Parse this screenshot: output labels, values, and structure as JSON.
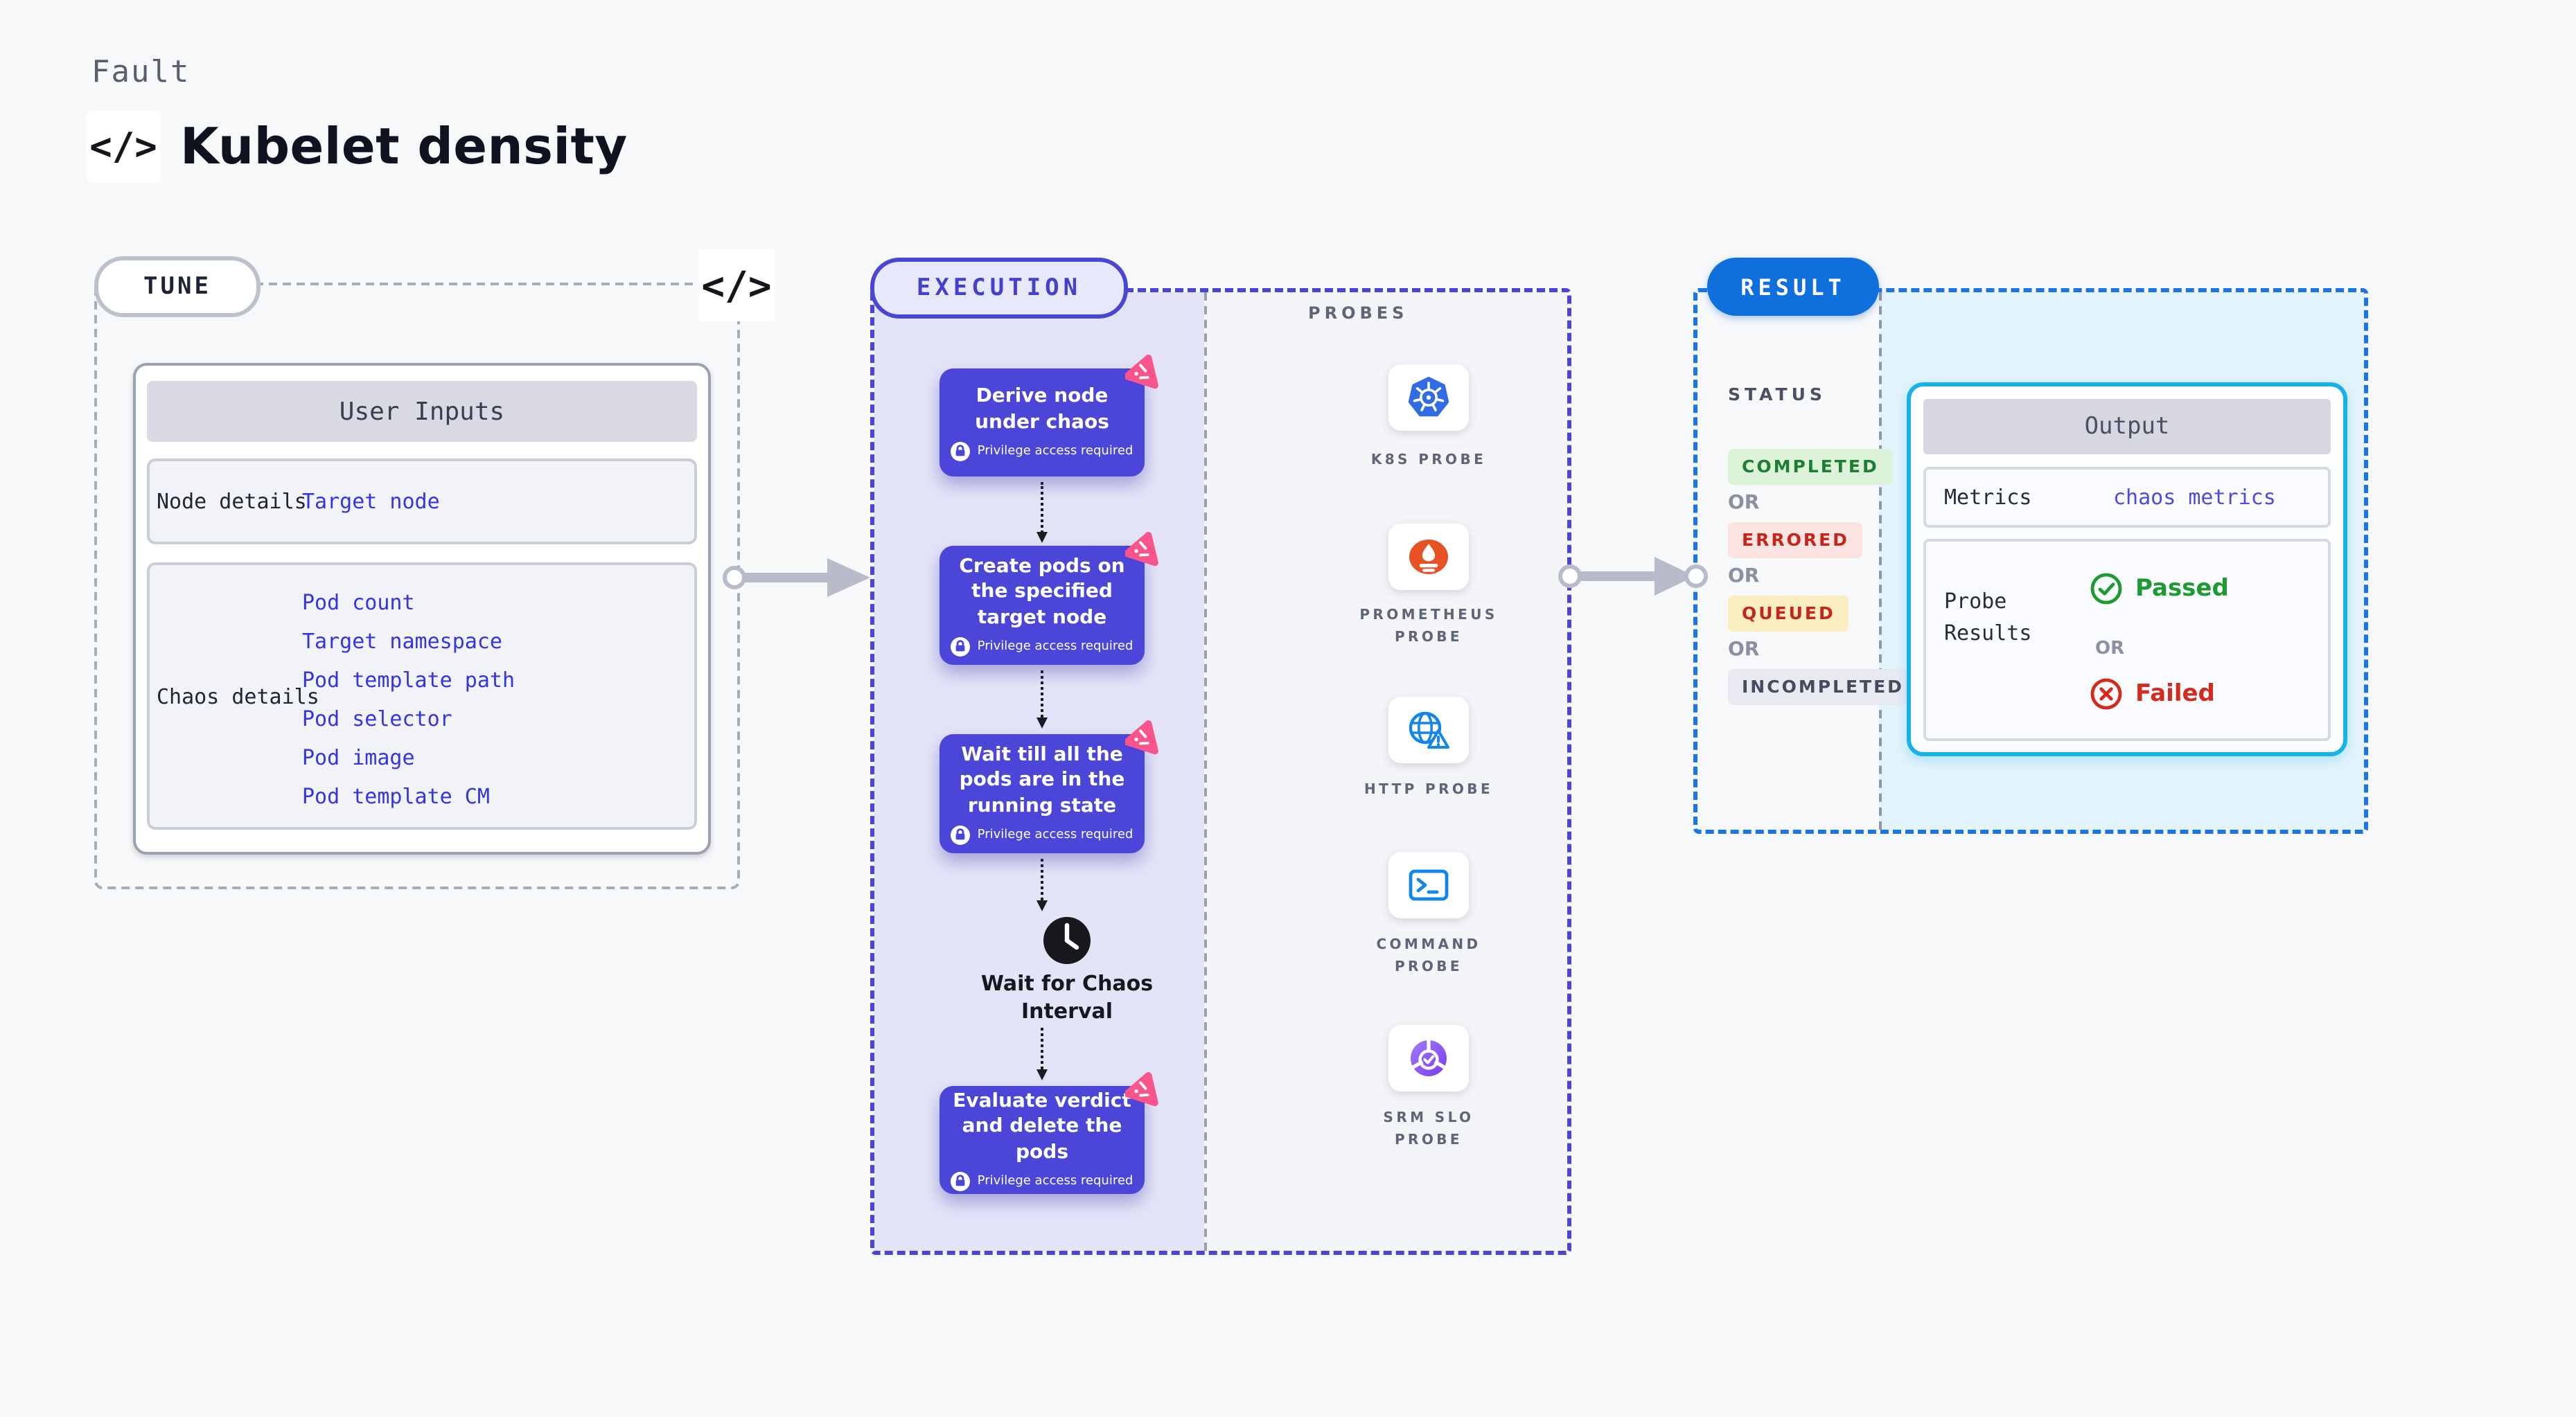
{
  "header": {
    "kicker": "Fault",
    "title": "Kubelet density",
    "code_glyph": "</>"
  },
  "tune": {
    "pill": "TUNE",
    "code_glyph": "</>",
    "user_inputs": {
      "header": "User Inputs",
      "node_row": {
        "label": "Node details",
        "value": "Target node"
      },
      "chaos_row": {
        "label": "Chaos details",
        "values": [
          "Pod count",
          "Target namespace",
          "Pod template path",
          "Pod selector",
          "Pod image",
          "Pod template CM"
        ]
      }
    }
  },
  "execution": {
    "pill": "EXECUTION",
    "privilege_badge": "Privilege access required",
    "steps": [
      "Derive node under chaos",
      "Create pods on the specified target node",
      "Wait till all the pods are in the running state",
      "Evaluate verdict and delete the pods"
    ],
    "wait_label": "Wait for Chaos Interval"
  },
  "probes": {
    "heading": "PROBES",
    "items": [
      "K8S PROBE",
      "PROMETHEUS PROBE",
      "HTTP PROBE",
      "COMMAND PROBE",
      "SRM SLO PROBE"
    ]
  },
  "result": {
    "pill": "RESULT",
    "status_heading": "STATUS",
    "or_label": "OR",
    "statuses": [
      "COMPLETED",
      "ERRORED",
      "QUEUED",
      "INCOMPLETED"
    ],
    "output": {
      "header": "Output",
      "metrics_label": "Metrics",
      "metrics_value": "chaos metrics",
      "probe_results_label": "Probe Results",
      "passed": "Passed",
      "failed": "Failed"
    }
  },
  "colors": {
    "accent_indigo": "#4b45d2",
    "step_blue": "#4b46d8",
    "result_pill_blue": "#0f70dd",
    "result_border_blue": "#1b76e4",
    "cyan_border": "#18b2e8",
    "link_blue": "#3434e0",
    "flask_pink": "#f9558c",
    "k8s_blue": "#326ce5",
    "prometheus_orange": "#e75225",
    "http_blue": "#1287e8",
    "srm_purple": "#7a3bee",
    "completed_text": "#1e7e34",
    "completed_bg": "#dcf3da",
    "errored_text": "#c3271c",
    "errored_bg": "#fbe3e1",
    "queued_bg": "#faeec1",
    "incompleted_bg": "#e9eaf1",
    "passed_green": "#1d9b31",
    "failed_red": "#d32b1e"
  }
}
